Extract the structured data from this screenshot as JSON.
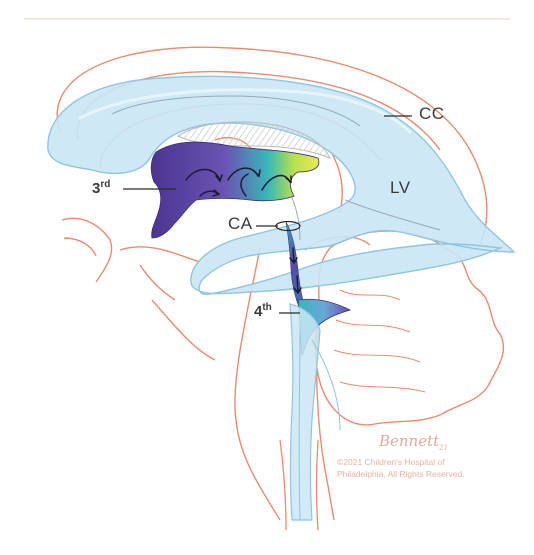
{
  "labels": {
    "cc": "CC",
    "lv": "LV",
    "ca": "CA",
    "third_main": "3",
    "third_sup": "rd",
    "fourth_main": "4",
    "fourth_sup": "th"
  },
  "signature": {
    "name": "Bennett",
    "year": "21"
  },
  "credit": {
    "line1": "©2021 Children's Hospital of",
    "line2": "Philadelphia, All Rights Reserved."
  },
  "colors": {
    "brain_outline": "#e98b72",
    "ventricle_fill": "#c9e6f4",
    "ventricle_stroke": "#8fc5e1",
    "csf_purple": "#5a3e9c",
    "csf_teal": "#3cc0c0",
    "csf_yellow": "#e2e84a",
    "leader": "#2b2b2b"
  }
}
